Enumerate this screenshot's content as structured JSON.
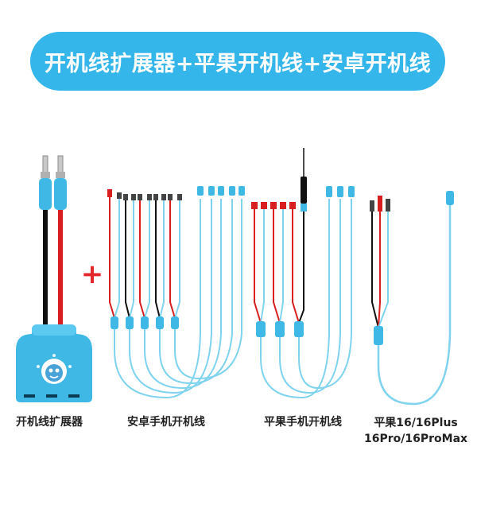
{
  "banner": {
    "title": "开机线扩展器+平果开机线+安卓开机线"
  },
  "products": [
    {
      "caption": "开机线扩展器"
    },
    {
      "caption": "安卓手机开机线"
    },
    {
      "caption": "平果手机开机线"
    },
    {
      "caption_line1": "平果16/16Plus",
      "caption_line2": "16Pro/16ProMax"
    }
  ],
  "plus_sign": "+",
  "colors": {
    "banner": "#35b6ea",
    "cable_blue": "#7fd3ef",
    "wire_red": "#d81e1e",
    "wire_black": "#111111",
    "hub_body": "#3fb8e6",
    "plus_red": "#e3262a"
  }
}
